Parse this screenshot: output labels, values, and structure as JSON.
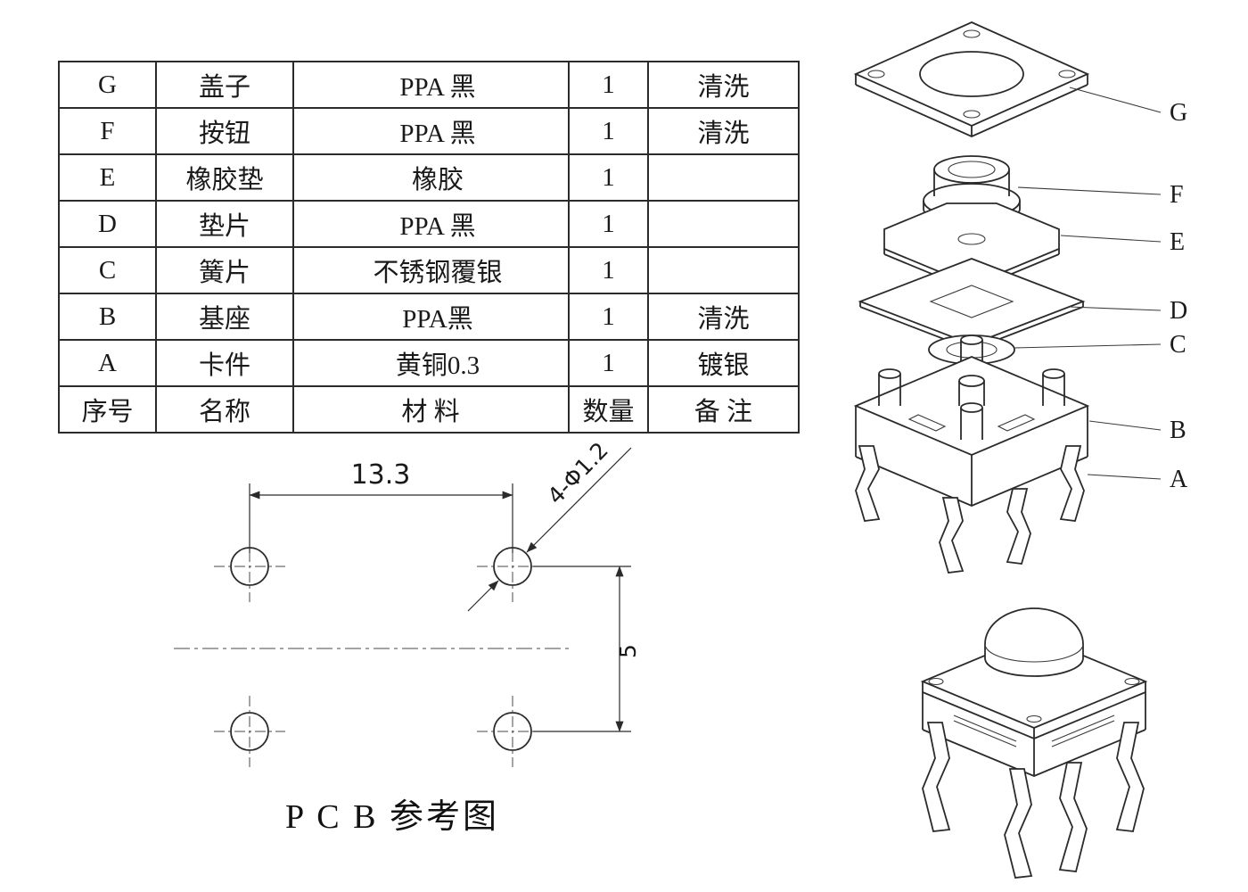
{
  "table": {
    "headers": {
      "no": "序号",
      "name": "名称",
      "material": "材  料",
      "qty": "数量",
      "note": "备  注"
    },
    "rows": [
      {
        "no": "G",
        "name": "盖子",
        "material": "PPA 黑",
        "qty": "1",
        "note": "清洗"
      },
      {
        "no": "F",
        "name": "按钮",
        "material": "PPA 黑",
        "qty": "1",
        "note": "清洗"
      },
      {
        "no": "E",
        "name": "橡胶垫",
        "material": "橡胶",
        "qty": "1",
        "note": ""
      },
      {
        "no": "D",
        "name": "垫片",
        "material": "PPA 黑",
        "qty": "1",
        "note": ""
      },
      {
        "no": "C",
        "name": "簧片",
        "material": "不锈钢覆银",
        "qty": "1",
        "note": ""
      },
      {
        "no": "B",
        "name": "基座",
        "material": "PPA黑",
        "qty": "1",
        "note": "清洗"
      },
      {
        "no": "A",
        "name": "卡件",
        "material": "黄铜0.3",
        "qty": "1",
        "note": "镀银"
      }
    ]
  },
  "pcb": {
    "caption": "P C B 参考图",
    "dim_width": "13.3",
    "dim_holes": "4-Φ1.2",
    "dim_pitch": "5"
  },
  "callouts": {
    "g": "G",
    "f": "F",
    "e": "E",
    "d": "D",
    "c": "C",
    "b": "B",
    "a": "A"
  }
}
